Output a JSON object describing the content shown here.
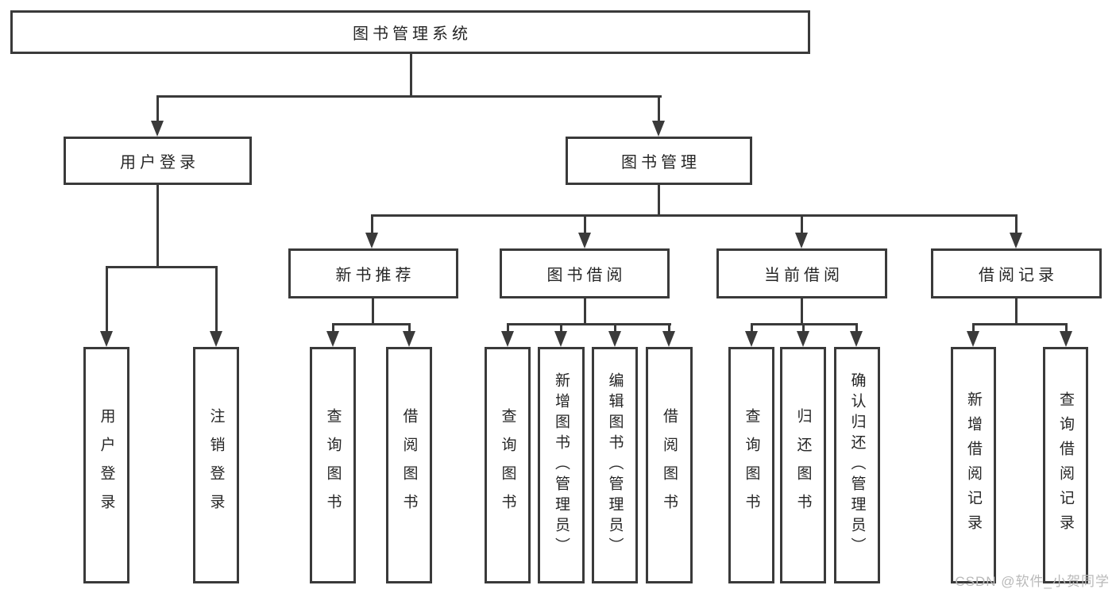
{
  "diagram_title": "图书管理系统",
  "nodes": {
    "root": "图书管理系统",
    "level2": [
      "用户登录",
      "图书管理"
    ],
    "level3": [
      "新书推荐",
      "图书借阅",
      "当前借阅",
      "借阅记录"
    ],
    "leaves": [
      "用户登录",
      "注销登录",
      "查询图书",
      "借阅图书",
      "查询图书",
      "新增图书（管理员）",
      "编辑图书（管理员）",
      "借阅图书",
      "查询图书",
      "归还图书",
      "确认归还（管理员）",
      "新增借阅记录",
      "查询借阅记录"
    ]
  },
  "hierarchy": {
    "图书管理系统": {
      "用户登录": [
        "用户登录",
        "注销登录"
      ],
      "图书管理": {
        "新书推荐": [
          "查询图书",
          "借阅图书"
        ],
        "图书借阅": [
          "查询图书",
          "新增图书（管理员）",
          "编辑图书（管理员）",
          "借阅图书"
        ],
        "当前借阅": [
          "查询图书",
          "归还图书",
          "确认归还（管理员）"
        ],
        "借阅记录": [
          "新增借阅记录",
          "查询借阅记录"
        ]
      }
    }
  },
  "watermark": "CSDN @软件_小贺同学",
  "colors": {
    "line": "#3a3a3a",
    "text": "#262626",
    "background": "#ffffff",
    "watermark": "#b9b9b9"
  }
}
